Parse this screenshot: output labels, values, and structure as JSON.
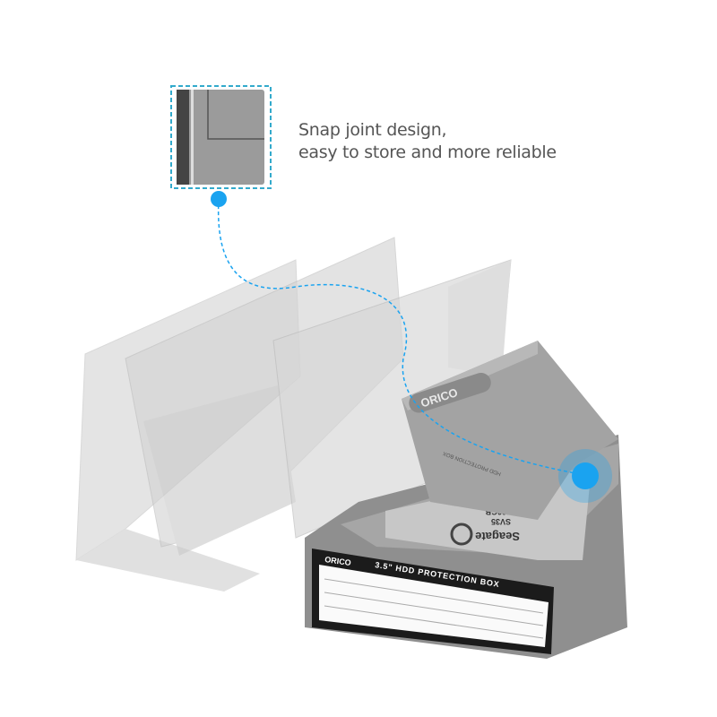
{
  "caption": {
    "line1": "Snap joint design,",
    "line2": "easy to store and more reliable"
  },
  "product": {
    "brand": "ORICO",
    "label": "3.5\" HDD PROTECTION BOX",
    "lid_text": "HDD PROTECTION BOX",
    "drive_brand": "Seagate",
    "drive_model": "SV35",
    "drive_capacity": "1000GB"
  },
  "colors": {
    "accent": "#1aa3f0",
    "box_gray": "#9a9a9a",
    "ghost_gray": "#d4d4d4"
  }
}
